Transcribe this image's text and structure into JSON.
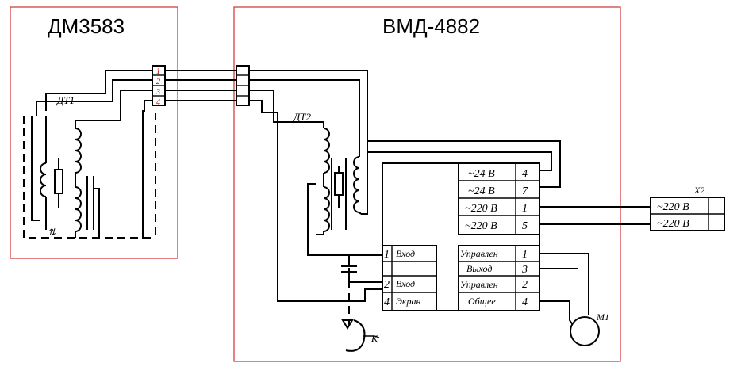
{
  "devices": {
    "left_title": "ДМ3583",
    "right_title": "ВМД-4882"
  },
  "terminals": [
    "1",
    "2",
    "3",
    "4"
  ],
  "transformers": {
    "dt1": "ДТ1",
    "dt2": "ДТ2"
  },
  "block_right_rows": [
    {
      "label": "~24 В",
      "pin": "4"
    },
    {
      "label": "~24 В",
      "pin": "7"
    },
    {
      "label": "~220 В",
      "pin": "1"
    },
    {
      "label": "~220 В",
      "pin": "5"
    }
  ],
  "block_left_rows": [
    {
      "pin": "1",
      "label": "Вход"
    },
    {
      "pin": "2",
      "label": "Вход"
    },
    {
      "pin": "4",
      "label": "Экран"
    }
  ],
  "block_bottom_right_rows": [
    {
      "label": "Управлен",
      "pin": "1"
    },
    {
      "label": "Выход",
      "pin": "3"
    },
    {
      "label": "Управлен",
      "pin": "2"
    },
    {
      "label": "Общее",
      "pin": "4"
    }
  ],
  "connector": {
    "name": "Х2",
    "rows": [
      "~220 В",
      "~220 В"
    ]
  },
  "motor": "М1",
  "contact": "К"
}
